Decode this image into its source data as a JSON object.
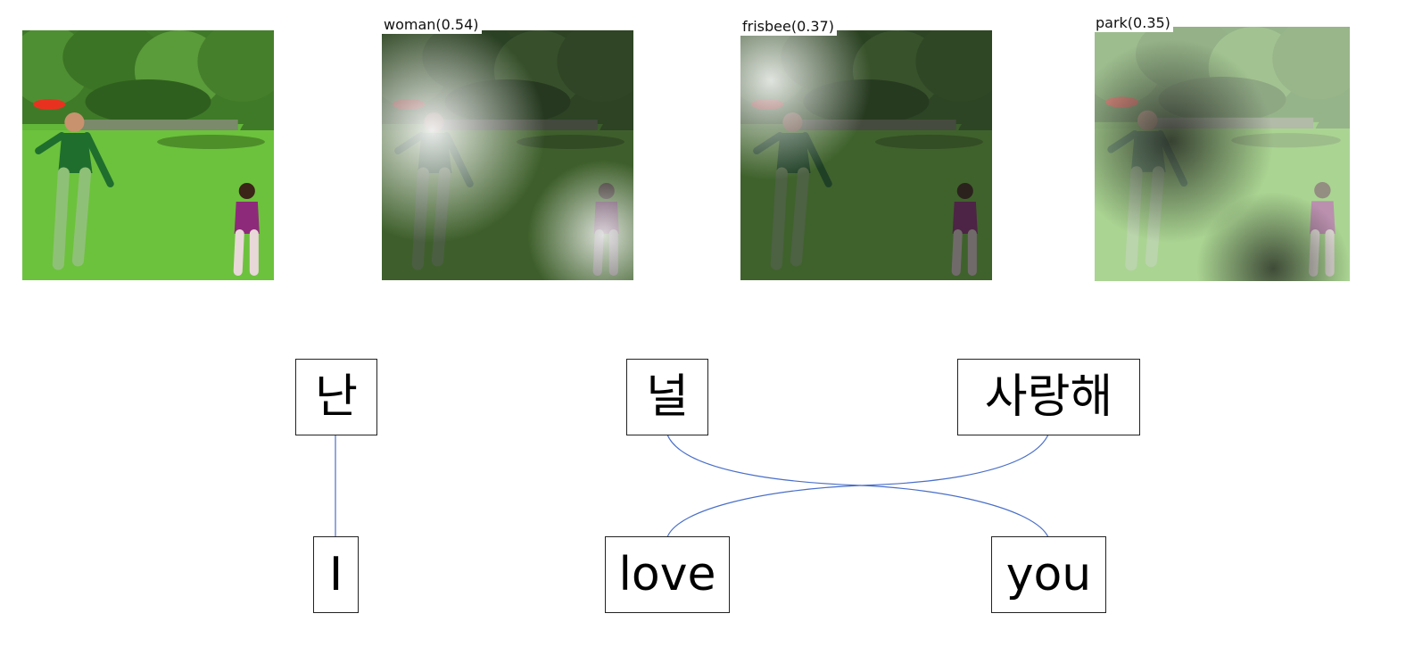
{
  "attention_panels": [
    {
      "label": "woman(0.54)"
    },
    {
      "label": "frisbee(0.37)"
    },
    {
      "label": "park(0.35)"
    }
  ],
  "source_words": [
    {
      "text": "난"
    },
    {
      "text": "널"
    },
    {
      "text": "사랑해"
    }
  ],
  "target_words": [
    {
      "text": "I"
    },
    {
      "text": "love"
    },
    {
      "text": "you"
    }
  ],
  "alignment_links": [
    {
      "source": "난",
      "target": "I"
    },
    {
      "source": "널",
      "target": "you"
    },
    {
      "source": "사랑해",
      "target": "love"
    }
  ],
  "colors": {
    "link": "#4a6fc9",
    "box_border": "#222222"
  }
}
